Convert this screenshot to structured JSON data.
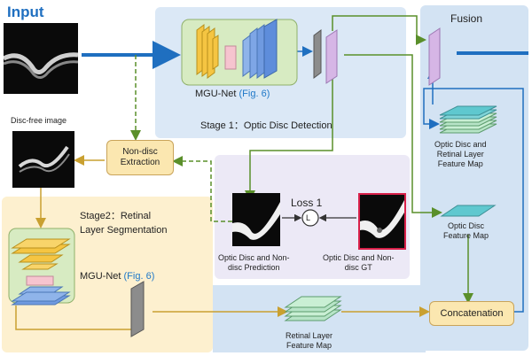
{
  "labels": {
    "input": "Input",
    "fusion": "Fusion",
    "disc_free": "Disc-free image",
    "mgu_net_top": "MGU-Net",
    "fig_top": "(Fig. 6)",
    "stage1": "Stage 1：Optic Disc Detection",
    "non_disc_extraction": "Non-disc Extraction",
    "loss": "Loss 1",
    "loss_symbol": "L",
    "pred": "Optic Disc and Non-\ndisc Prediction",
    "gt": "Optic Disc and Non-\ndisc GT",
    "stage2_line1": "Stage2：Retinal",
    "stage2_line2": "Layer Segmentation",
    "mgu_net_bottom": "MGU-Net",
    "fig_bottom": "(Fig. 6)",
    "od_retinal_map": "Optic Disc and\nRetinal Layer\nFeature Map",
    "od_feature_map": "Optic Disc\nFeature Map",
    "concatenation": "Concatenation",
    "retinal_feature_map": "Retinal Layer\nFeature Map"
  },
  "colors": {
    "stage1_bg": "#dbe8f6",
    "stage2_bg": "#fdf0cf",
    "fusion_bg": "#d3e3f3",
    "loss_bg": "#ece9f6",
    "arrow_blue": "#1f6fc0",
    "arrow_green": "#5a8f2a",
    "arrow_gold": "#c9a030",
    "link_blue": "#1f78c8"
  }
}
